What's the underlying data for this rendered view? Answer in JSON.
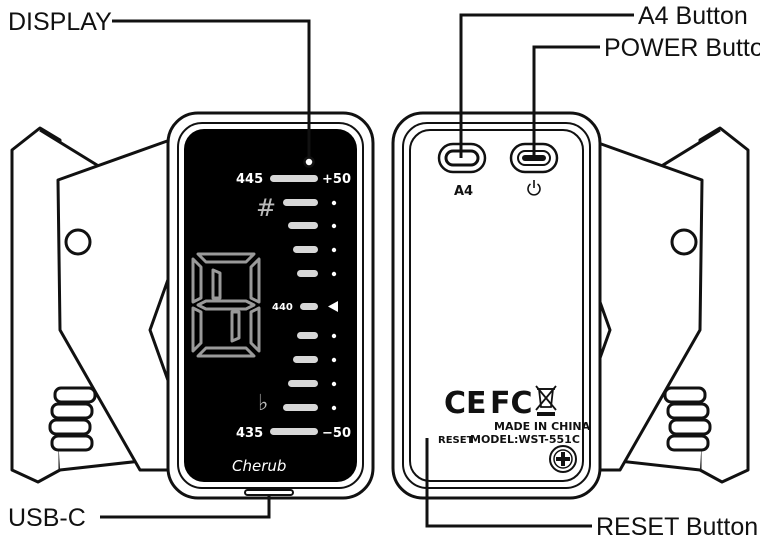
{
  "callouts": {
    "display": "DISPLAY",
    "a4_button": "A4 Button",
    "power_button": "POWER Button",
    "usb_c": "USB-C",
    "reset_button": "RESET Button"
  },
  "front": {
    "ref_high": "445",
    "cents_high": "+50",
    "ref_mid": "440",
    "ref_low": "435",
    "cents_low": "−50",
    "sharp_symbol": "#",
    "flat_symbol": "♭",
    "brand": "Cherub"
  },
  "back": {
    "a4_label": "A4",
    "cert_ce": "CE",
    "cert_fc": "FC",
    "made_in": "MADE IN CHINA",
    "reset_label": "RESET",
    "model": "MODEL:WST-551C"
  },
  "icons": {
    "power": "power-icon",
    "weee": "crossed-bin-icon",
    "indicator": "triangle-left-icon",
    "screw": "screw-icon"
  },
  "colors": {
    "display_bg": "#000000",
    "lit_segment": "#ffffff",
    "dim_segment": "#5a5a5a",
    "line": "#111111"
  }
}
